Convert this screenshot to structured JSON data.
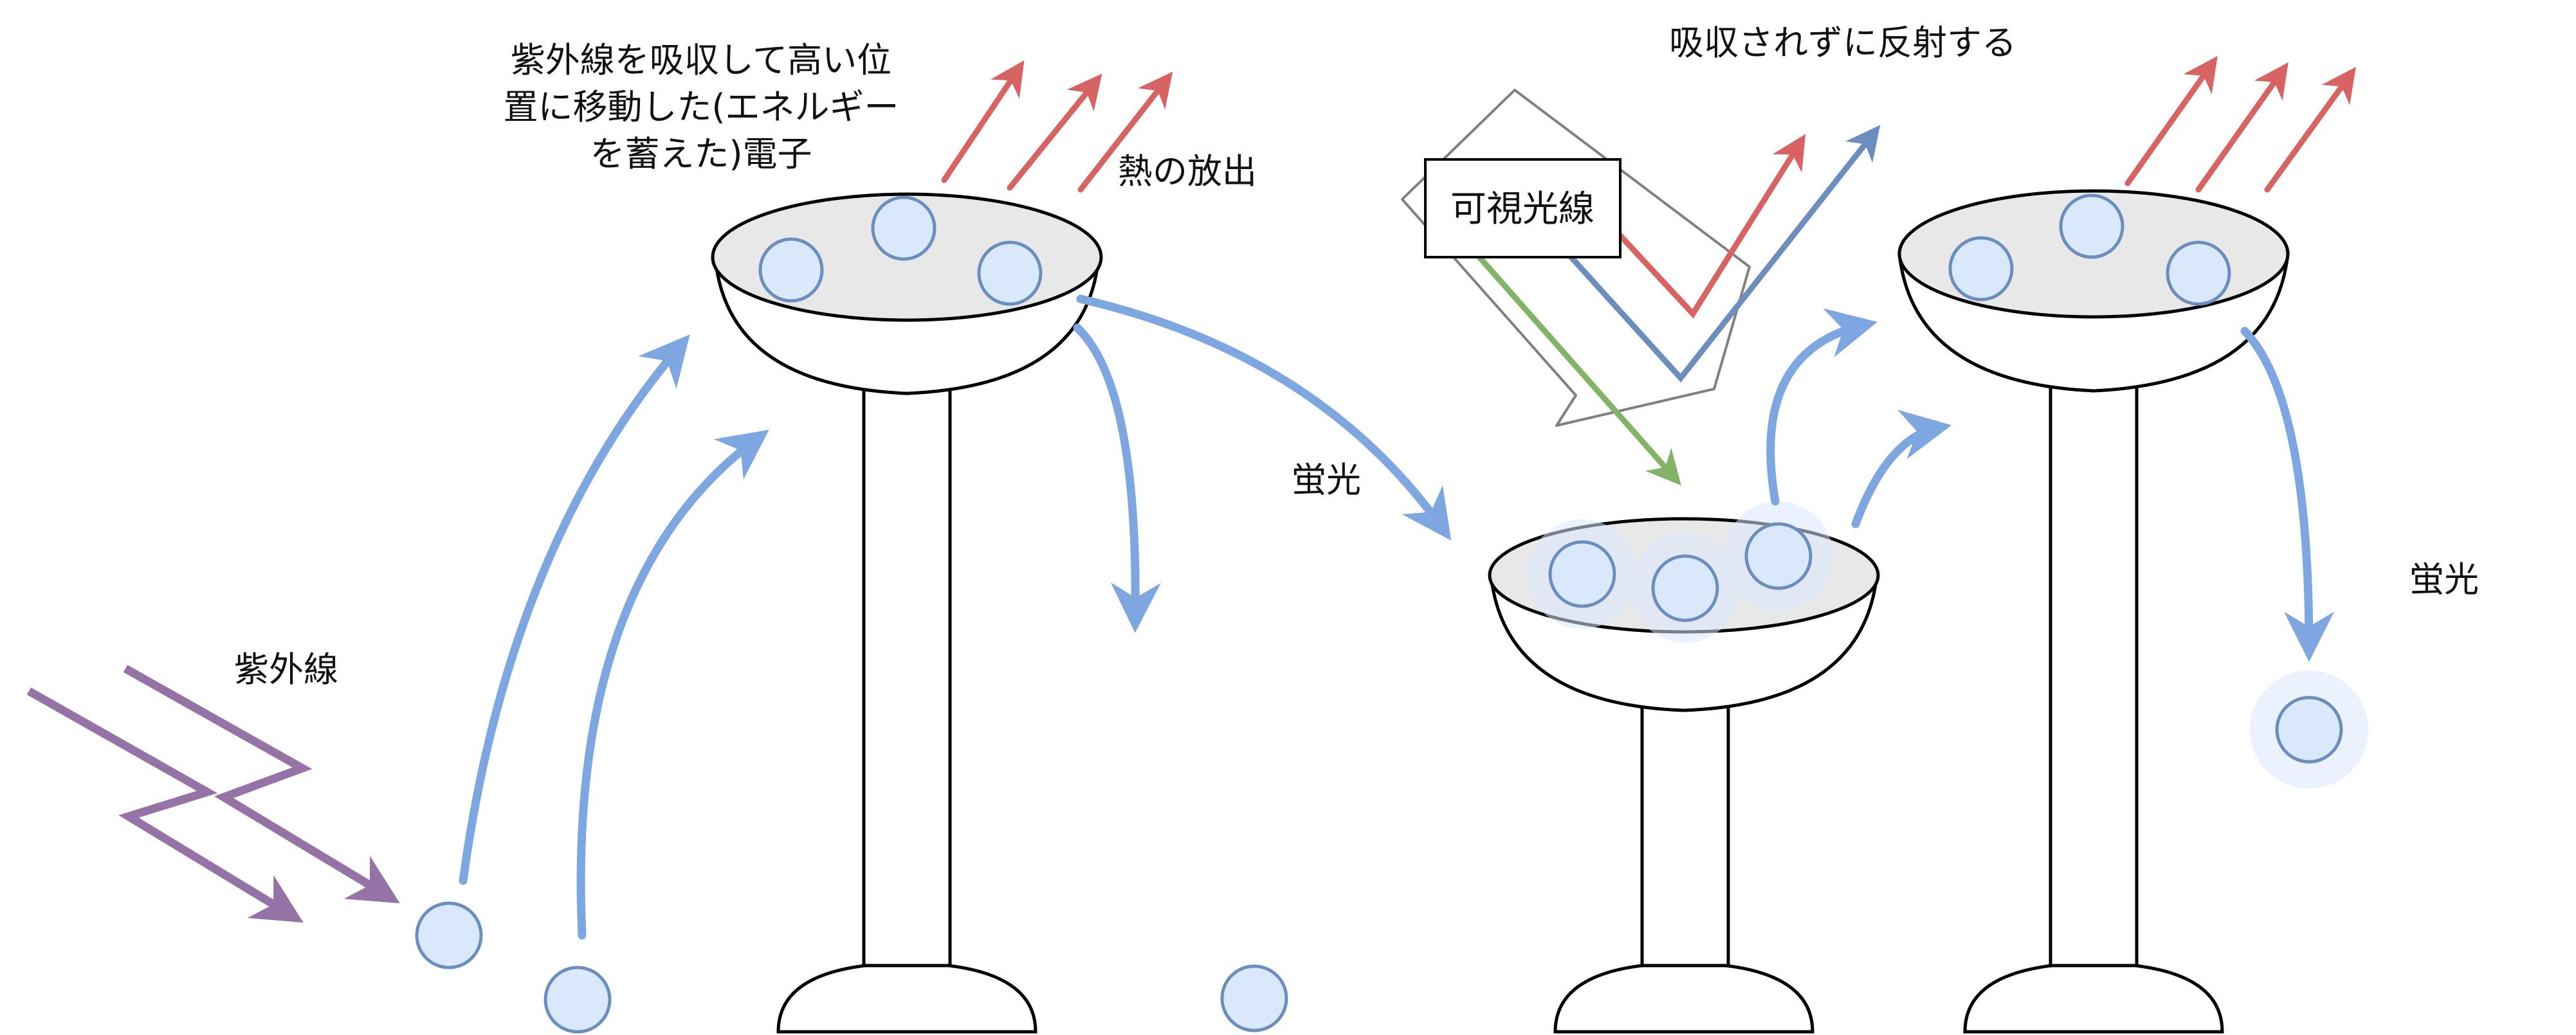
{
  "labels": {
    "uv": "紫外線",
    "excited_line1": "紫外線を吸収して高い位",
    "excited_line2": "置に移動した(エネルギー",
    "excited_line3": "を蓄えた)電子",
    "heat": "熱の放出",
    "fluorescence_left": "蛍光",
    "fluorescence_right": "蛍光",
    "reflected": "吸収されずに反射する",
    "visible_light": "可視光線"
  },
  "colors": {
    "uv_arrow": "#9673a6",
    "electron_path": "#7ea6e0",
    "heat_arrow": "#d76463",
    "reflect_red": "#d76463",
    "reflect_blue": "#6c8ebf",
    "visible_green": "#82b366",
    "electron_fill": "#dae8fc",
    "electron_stroke": "#6c8ebf",
    "glow": "#dae8fc",
    "bowl_inner": "#e8e8e8",
    "outline": "#000000"
  }
}
